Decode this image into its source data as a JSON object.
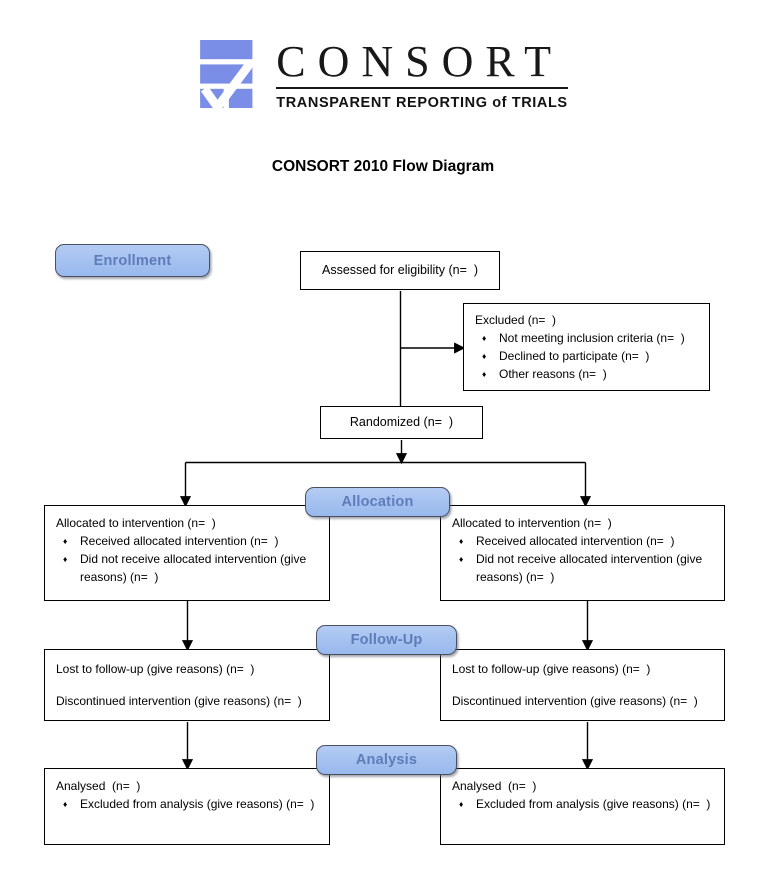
{
  "header": {
    "logo": {
      "brand": "CONSORT",
      "tagline": "TRANSPARENT REPORTING of TRIALS"
    },
    "title": "CONSORT 2010 Flow Diagram"
  },
  "phases": {
    "enrollment": "Enrollment",
    "allocation": "Allocation",
    "followup": "Follow-Up",
    "analysis": "Analysis"
  },
  "boxes": {
    "assessed": "Assessed for eligibility (n=  )",
    "excluded": {
      "title": "Excluded (n=  )",
      "bullets": [
        "Not meeting inclusion criteria (n=  )",
        "Declined to participate (n=  )",
        "Other reasons (n=  )"
      ]
    },
    "randomized": "Randomized (n=  )",
    "allocation_left": {
      "title": "Allocated to intervention (n=  )",
      "bullets": [
        "Received allocated intervention (n=  )",
        "Did not receive allocated intervention (give reasons) (n=  )"
      ]
    },
    "allocation_right": {
      "title": "Allocated to intervention (n=  )",
      "bullets": [
        "Received allocated intervention (n=  )",
        "Did not receive allocated intervention (give reasons) (n=  )"
      ]
    },
    "followup_left": {
      "lines": [
        "Lost to follow-up (give reasons) (n=  )",
        "Discontinued intervention (give reasons) (n=  )"
      ]
    },
    "followup_right": {
      "lines": [
        "Lost to follow-up (give reasons) (n=  )",
        "Discontinued intervention (give reasons) (n=  )"
      ]
    },
    "analysis_left": {
      "title": "Analysed  (n=  )",
      "bullets": [
        "Excluded from analysis (give reasons) (n=  )"
      ]
    },
    "analysis_right": {
      "title": "Analysed  (n=  )",
      "bullets": [
        "Excluded from analysis (give reasons) (n=  )"
      ]
    }
  },
  "icons": {
    "logo_mark": "consort-checkmark-logo",
    "bullet": "diamond-bullet",
    "arrowhead": "filled-triangle-arrow"
  },
  "colors": {
    "logo_blue": "#7b8ee7",
    "badge_fill": "#a6c2f0",
    "badge_border": "#49505e",
    "badge_text": "#5f7cba",
    "box_border": "#000000",
    "connector_line": "#000000"
  }
}
